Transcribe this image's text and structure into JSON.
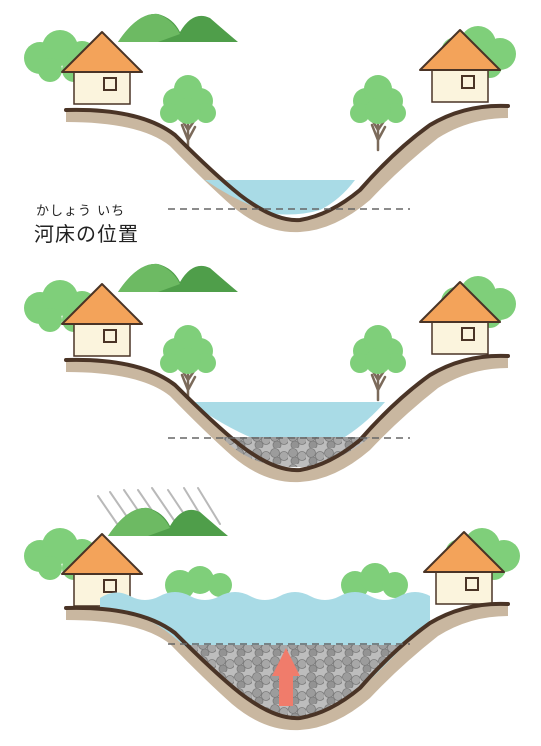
{
  "label": {
    "ruby": "かしょう いち",
    "text": "河床の位置"
  },
  "panels": [
    {
      "id": "normal",
      "state": "normal river level"
    },
    {
      "id": "sediment",
      "state": "river bed raised by sediment"
    },
    {
      "id": "flood",
      "state": "heavy rain, river bed raised, flooding"
    }
  ],
  "colors": {
    "water": "#a9dbe6",
    "ground_line": "#4a3426",
    "soil": "#c9b7a0",
    "tree": "#7fcf7a",
    "trunk": "#7b6a5a",
    "roof": "#f3a35a",
    "wall": "#fbf4dd",
    "mountain_dark": "#4f9e4a",
    "mountain_light": "#6dba63",
    "rock": "#9c9c9c",
    "arrow": "#f07c6b",
    "rain": "#b9b9b9",
    "dashed": "#666666"
  }
}
